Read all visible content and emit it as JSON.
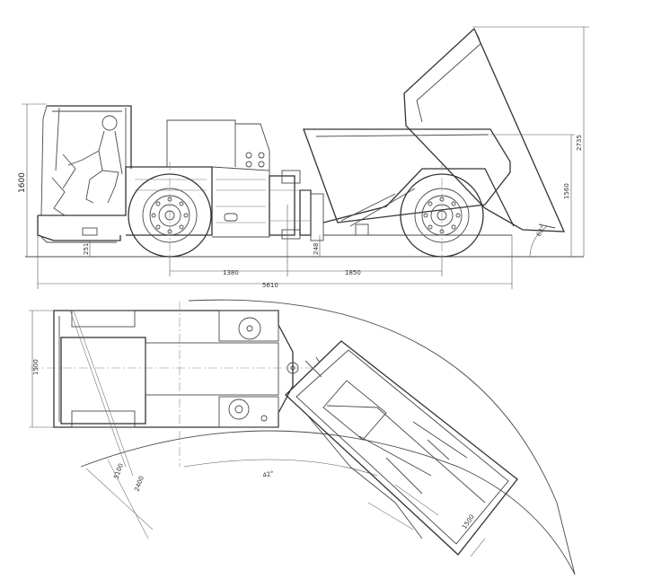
{
  "dimensions": {
    "height_cab": "1600",
    "height_tipped": "2735",
    "height_body": "1560",
    "ground_clearance": "251",
    "body_clearance": "248",
    "wheelbase_front": "1380",
    "wheelbase_rear": "1850",
    "overall_length": "5610",
    "dump_angle": "63°",
    "width": "1500",
    "turn_radius_outer": "5100",
    "turn_radius_inner": "2400",
    "articulation_angle": "42°",
    "body_width": "1500"
  }
}
